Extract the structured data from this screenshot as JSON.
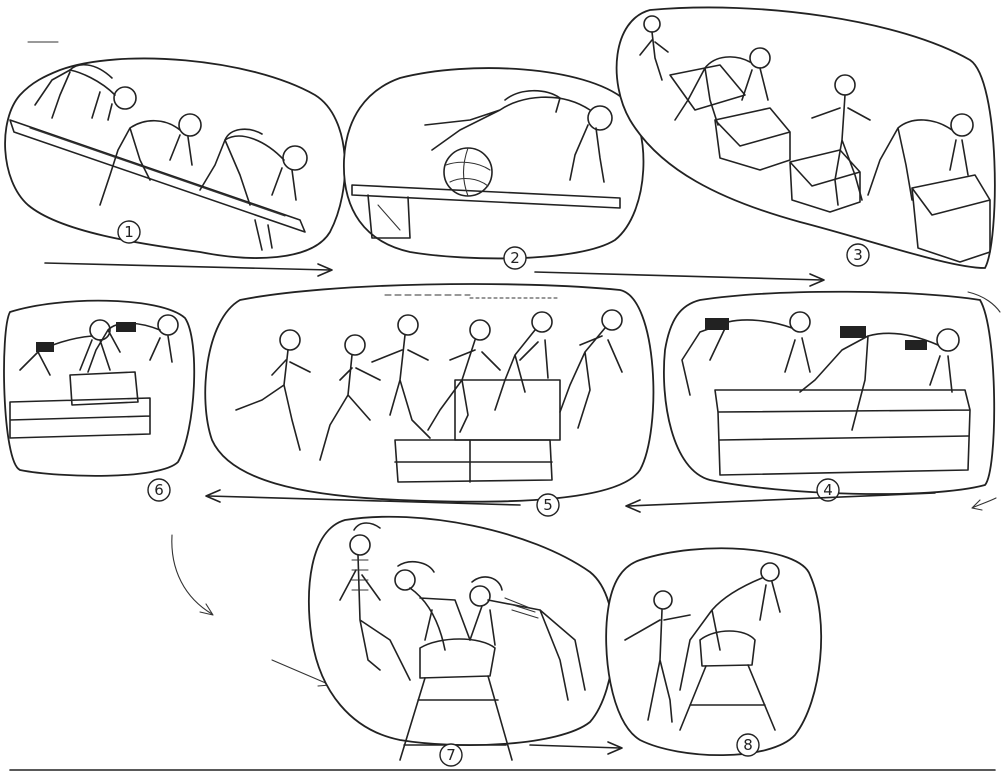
{
  "panels": [
    {
      "number": "1",
      "equipment": "inclined-bench"
    },
    {
      "number": "2",
      "equipment": "bench-with-ball"
    },
    {
      "number": "3",
      "equipment": "box-sections"
    },
    {
      "number": "4",
      "equipment": "long-vaulting-box"
    },
    {
      "number": "5",
      "equipment": "stepped-boxes"
    },
    {
      "number": "6",
      "equipment": "box-jump"
    },
    {
      "number": "7",
      "equipment": "vaulting-buck"
    },
    {
      "number": "8",
      "equipment": "pommel-buck"
    }
  ],
  "colors": {
    "ink": "#222222",
    "paper": "#ffffff"
  }
}
